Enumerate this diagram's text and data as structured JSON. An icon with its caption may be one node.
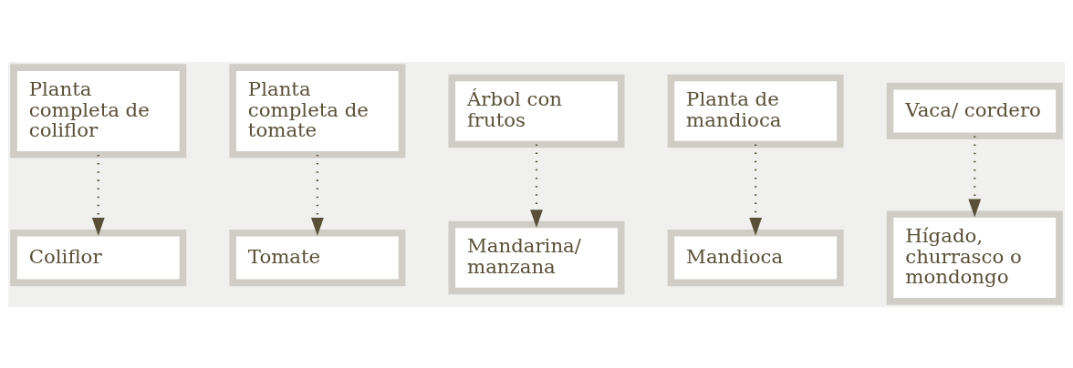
{
  "diagram": {
    "nodes": [
      {
        "text": [
          "Planta completa de coliflor"
        ]
      },
      {
        "text": [
          "Planta completa de tomate"
        ]
      },
      {
        "text": [
          "Árbol con frutos"
        ]
      },
      {
        "text": [
          "Planta de mandioca"
        ]
      },
      {
        "text": [
          "Vaca/ cordero"
        ]
      },
      {
        "text": [
          "Coliflor"
        ]
      },
      {
        "text": [
          "Tomate"
        ]
      },
      {
        "text": [
          "Mandarina/ manzana"
        ]
      },
      {
        "text": [
          "Mandioca"
        ]
      },
      {
        "text": [
          "Hígado, churrasco o mondongo"
        ]
      }
    ],
    "edges": [
      {
        "from": 0,
        "to": 5,
        "arrow": "to",
        "style": "dashed"
      },
      {
        "from": 1,
        "to": 6,
        "arrow": "to",
        "style": "dashed"
      },
      {
        "from": 2,
        "to": 7,
        "arrow": "to",
        "style": "dashed"
      },
      {
        "from": 3,
        "to": 8,
        "arrow": "to",
        "style": "dashed"
      },
      {
        "from": 4,
        "to": 9,
        "arrow": "to",
        "style": "dashed"
      }
    ]
  }
}
